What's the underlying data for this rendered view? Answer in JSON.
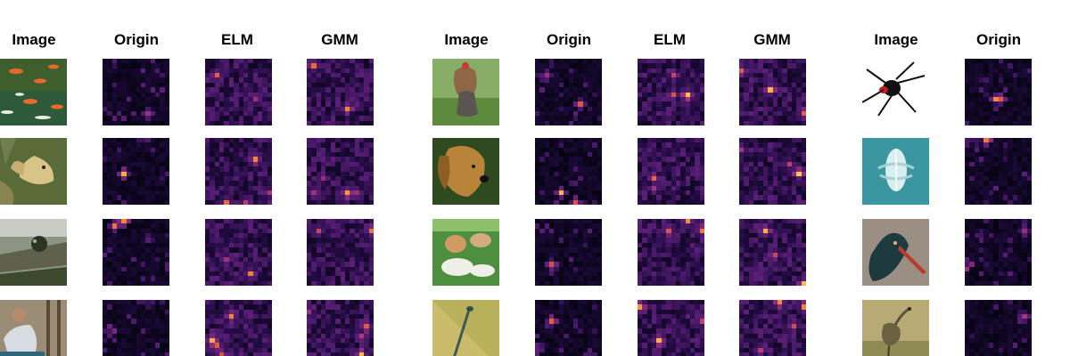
{
  "figure": {
    "panels": [
      {
        "headers": [
          "Image",
          "Origin",
          "ELM",
          "GMM"
        ],
        "rows": [
          {
            "image_icon": "goldfish-photo",
            "patterns": [
              "A1",
              "A2",
              "A3"
            ]
          },
          {
            "image_icon": "angelfish-photo",
            "patterns": [
              "B1",
              "B2",
              "B3"
            ]
          },
          {
            "image_icon": "frog-on-log-photo",
            "patterns": [
              "C1",
              "C2",
              "C3"
            ]
          },
          {
            "image_icon": "person-outdoors-photo",
            "patterns": [
              "D1",
              "D2",
              "D3"
            ]
          }
        ]
      },
      {
        "headers": [
          "Image",
          "Origin",
          "ELM",
          "GMM"
        ],
        "rows": [
          {
            "image_icon": "yorkshire-terrier-photo",
            "patterns": [
              "E1",
              "E2",
              "E3"
            ]
          },
          {
            "image_icon": "golden-retriever-photo",
            "patterns": [
              "F1",
              "F2",
              "F3"
            ]
          },
          {
            "image_icon": "two-dogs-on-grass-photo",
            "patterns": [
              "G1",
              "G2",
              "G3"
            ]
          },
          {
            "image_icon": "dragonfly-photo",
            "patterns": [
              "H1",
              "H2",
              "H3"
            ]
          }
        ]
      },
      {
        "headers": [
          "Image",
          "Origin"
        ],
        "rows": [
          {
            "image_icon": "black-widow-spider-photo",
            "patterns": [
              "I1"
            ]
          },
          {
            "image_icon": "jellyfish-photo",
            "patterns": [
              "J1"
            ]
          },
          {
            "image_icon": "stork-bird-photo",
            "patterns": [
              "K1"
            ]
          },
          {
            "image_icon": "heron-bird-photo",
            "patterns": [
              "L1"
            ]
          }
        ]
      }
    ],
    "colors": {
      "background": "#ffffff",
      "heatmap_low": "#060414",
      "heatmap_mid": "#5b1f78",
      "heatmap_high": "#f6c04b"
    }
  }
}
